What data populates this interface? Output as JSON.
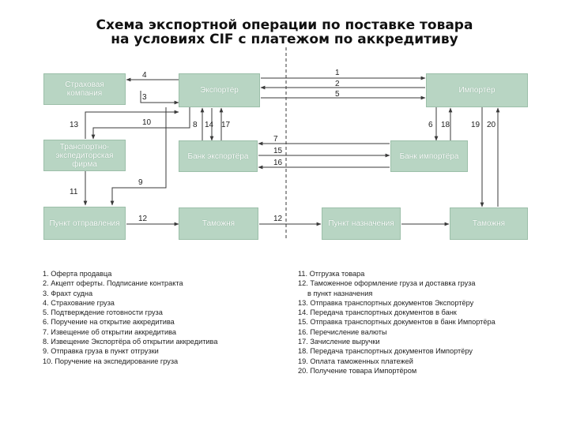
{
  "title": {
    "line1": "Схема экспортной операции по поставке товара",
    "line2": "на условиях CIF с платежом по аккредитиву"
  },
  "nodes": {
    "insurance": "Страховая компания",
    "exporter": "Экспортёр",
    "importer": "Импортёр",
    "forwarder": "Транспортно-экспедиторская фирма",
    "exporter_bank": "Банк экспортёра",
    "importer_bank": "Банк импортёра",
    "departure": "Пункт отправления",
    "customs_exp": "Таможня",
    "destination": "Пункт назначения",
    "customs_imp": "Таможня"
  },
  "edge_labels": {
    "e1": "1",
    "e2": "2",
    "e5": "5",
    "e4": "4",
    "e3": "3",
    "e10": "10",
    "e13": "13",
    "e8": "8",
    "e14": "14",
    "e17": "17",
    "e6": "6",
    "e18": "18",
    "e19": "19",
    "e20": "20",
    "e7": "7",
    "e15": "15",
    "e16": "16",
    "e9": "9",
    "e11": "11",
    "e12a": "12",
    "e12b": "12"
  },
  "legend_left": [
    "1. Оферта продавца",
    "2. Акцепт оферты. Подписание контракта",
    "3. Фрахт судна",
    "4. Страхование груза",
    "5. Подтверждение готовности груза",
    "6. Поручение на открытие аккредитива",
    "7. Извещение об открытии аккредитива",
    "8. Извещение Экспортёра об открытии аккредитива",
    "9. Отправка груза в пункт отгрузки",
    "10. Поручение на экспедирование груза"
  ],
  "legend_right": [
    "11. Отгрузка товара",
    "12. Таможенное оформление груза и доставка груза",
    "в пункт назначения",
    "13. Отправка транспортных документов Экспортёру",
    "14. Передача транспортных документов в банк",
    "15. Отправка транспортных документов в банк Импортёра",
    "16. Перечисление валюты",
    "17. Зачисление выручки",
    "18. Передача транспортных документов Импортёру",
    "19. Оплата таможенных платежей",
    "20. Получение товара Импортёром"
  ],
  "colors": {
    "box_fill": "#b8d5c3",
    "line": "#3a3a3a"
  }
}
